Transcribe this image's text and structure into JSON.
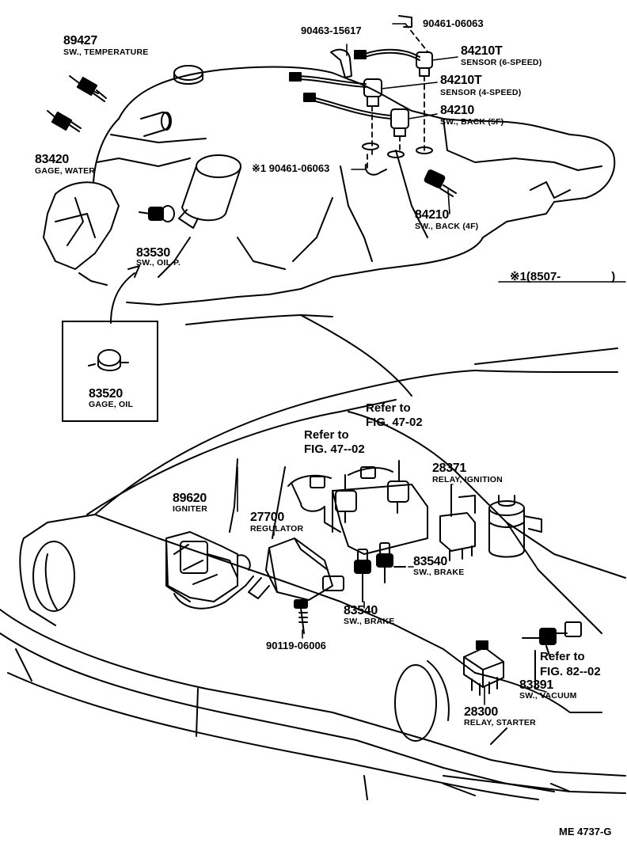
{
  "figure_code": "ME 4737-G",
  "variant_note": {
    "mark": "※1",
    "range": "(8507-",
    "close": ")"
  },
  "parts": {
    "temp_switch": {
      "number": "89427",
      "name": "SW., TEMPERATURE"
    },
    "water_gage": {
      "number": "83420",
      "name": "GAGE, WATER"
    },
    "clip_top": {
      "number": "90463-15617",
      "name": ""
    },
    "clip_right": {
      "number": "90461-06063",
      "name": ""
    },
    "sensor_6sp": {
      "number": "84210T",
      "name": "SENSOR (6-SPEED)"
    },
    "sensor_4sp": {
      "number": "84210T",
      "name": "SENSOR (4-SPEED)"
    },
    "back_sw_5f": {
      "number": "84210",
      "name": "SW., BACK (5F)"
    },
    "clip_note": {
      "number": "※1 90461-06063",
      "name": ""
    },
    "back_sw_4f": {
      "number": "84210",
      "name": "SW., BACK (4F)"
    },
    "oil_p_sw": {
      "number": "83530",
      "name": "SW., OIL P."
    },
    "oil_gage": {
      "number": "83520",
      "name": "GAGE, OIL"
    },
    "igniter": {
      "number": "89620",
      "name": "IGNITER"
    },
    "regulator": {
      "number": "27700",
      "name": "REGULATOR"
    },
    "ign_relay": {
      "number": "28371",
      "name": "RELAY, IGNITION"
    },
    "brake_sw_a": {
      "number": "83540",
      "name": "SW., BRAKE"
    },
    "brake_sw_b": {
      "number": "83540",
      "name": "SW., BRAKE"
    },
    "bolt": {
      "number": "90119-06006",
      "name": ""
    },
    "vacuum_sw": {
      "number": "83391",
      "name": "SW., VACUUM"
    },
    "starter_relay": {
      "number": "28300",
      "name": "RELAY, STARTER"
    }
  },
  "references": {
    "ref_a": {
      "line1": "Refer to",
      "line2": "FIG. 47-02"
    },
    "ref_b": {
      "line1": "Refer to",
      "line2": "FIG. 47--02"
    },
    "ref_c": {
      "line1": "Refer to",
      "line2": "FIG. 82--02"
    }
  }
}
